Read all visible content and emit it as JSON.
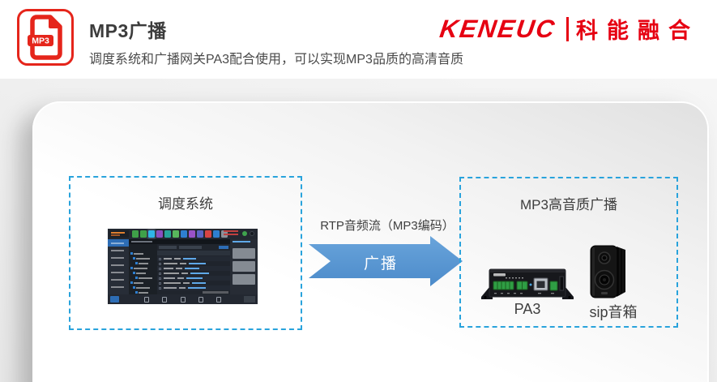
{
  "header": {
    "icon_label": "MP3",
    "title": "MP3广播",
    "subtitle": "调度系统和广播网关PA3配合使用，可以实现MP3品质的高清音质",
    "logo": {
      "wordmark": "KENEUC",
      "cn": "科能融合"
    }
  },
  "colors": {
    "brand_red": "#e60012",
    "icon_red": "#e5251b",
    "dashed_border_blue": "#29a3dc",
    "arrow_blue": "#5b9bd5"
  },
  "diagram": {
    "left_box": {
      "title": "调度系统"
    },
    "flow": {
      "stream_label": "RTP音频流（MP3编码）",
      "arrow_label": "广播"
    },
    "right_box": {
      "title": "MP3高音质广播",
      "devices": [
        {
          "label": "PA3"
        },
        {
          "label": "sip音箱"
        }
      ]
    }
  },
  "mini_screenshot": {
    "toolbar_colors": [
      "#3fa049",
      "#3fa049",
      "#2fb6e8",
      "#8a4fc0",
      "#27a59a",
      "#58b65c",
      "#2e7fd0",
      "#9a52c8",
      "#5b64c4",
      "#d84444",
      "#2e7fd0",
      "#8a9099"
    ]
  }
}
